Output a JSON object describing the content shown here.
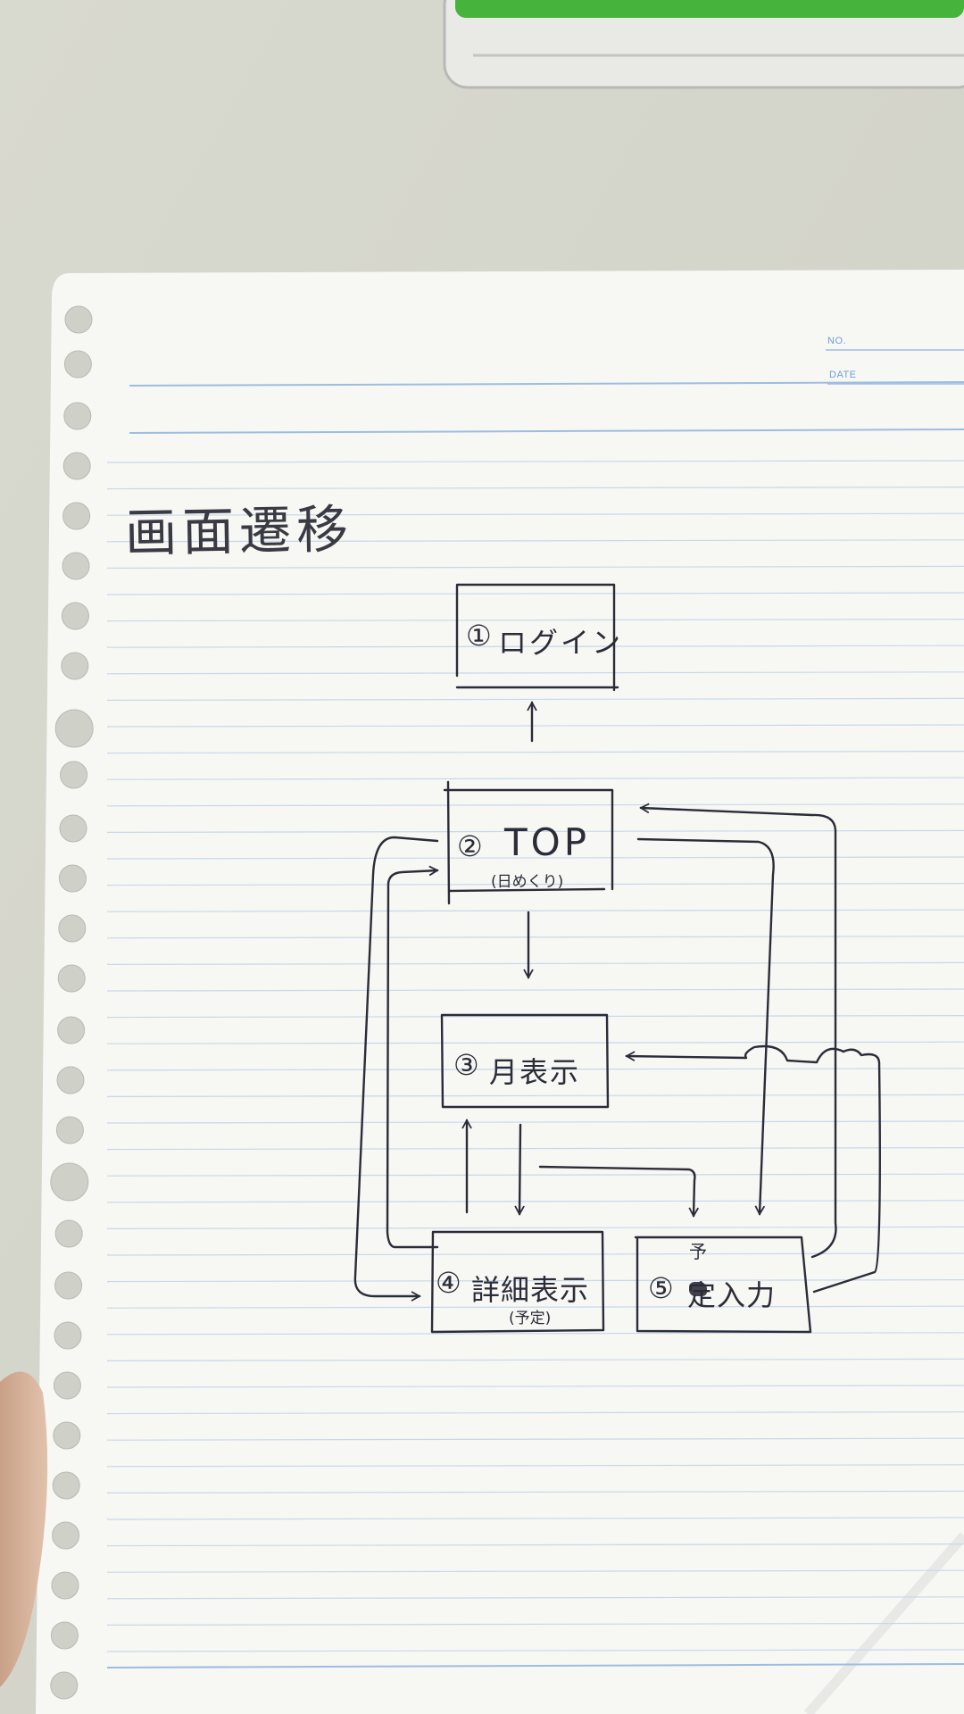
{
  "notebook": {
    "header": {
      "no_label": "NO.",
      "date_label": "DATE"
    }
  },
  "diagram": {
    "title": "画面遷移",
    "nodes": [
      {
        "id": "login",
        "number": "①",
        "label": "ログイン"
      },
      {
        "id": "top",
        "number": "②",
        "label": "TOP",
        "sublabel": "(日めくり)"
      },
      {
        "id": "month",
        "number": "③",
        "label": "月表示"
      },
      {
        "id": "detail",
        "number": "④",
        "label": "詳細表示",
        "sublabel": "(予定)"
      },
      {
        "id": "input",
        "number": "⑤",
        "label": "定入力",
        "annotation": "予"
      }
    ],
    "edges": [
      {
        "from": "top",
        "to": "login"
      },
      {
        "from": "top",
        "to": "month"
      },
      {
        "from": "top",
        "to": "input"
      },
      {
        "from": "top",
        "to": "detail"
      },
      {
        "from": "month",
        "to": "detail"
      },
      {
        "from": "month",
        "to": "input"
      },
      {
        "from": "detail",
        "to": "month"
      },
      {
        "from": "detail",
        "to": "top"
      },
      {
        "from": "input",
        "to": "top"
      },
      {
        "from": "input",
        "to": "month"
      }
    ]
  },
  "colors": {
    "table": "#dcdcd2",
    "paper": "#f7f7f4",
    "rule": "#c7d8ea",
    "ink": "#2b2c38",
    "hole": "#cfd0c8",
    "case_green": "#46b43c"
  }
}
